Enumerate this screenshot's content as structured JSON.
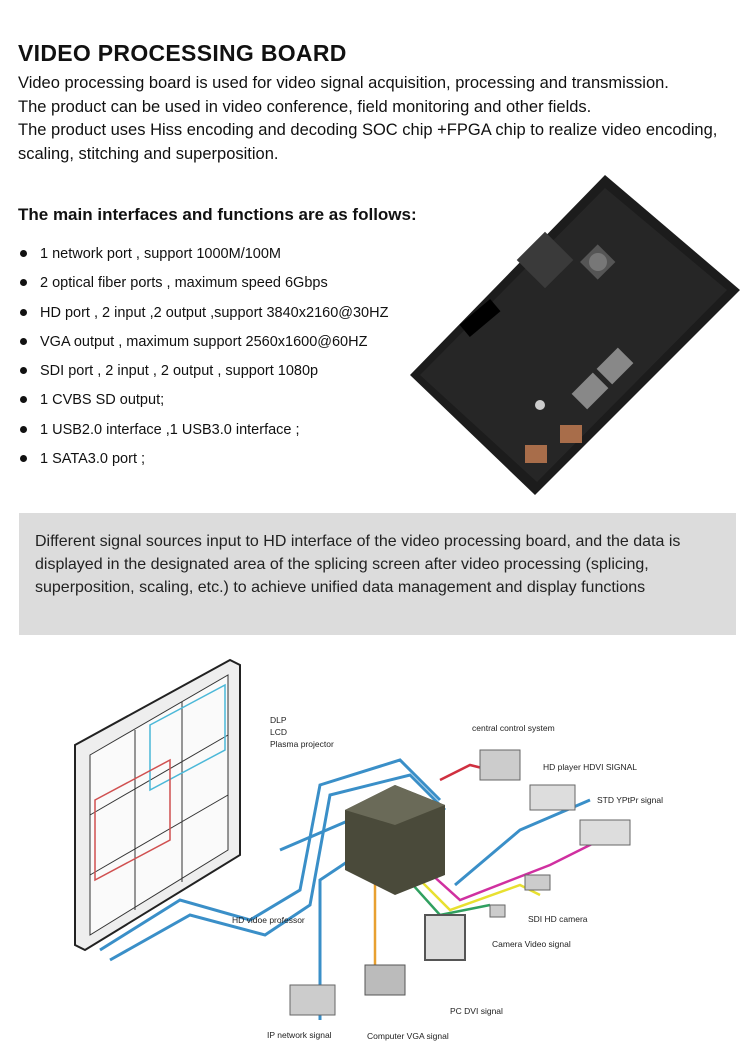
{
  "title": "VIDEO PROCESSING BOARD",
  "intro": [
    "Video processing board is used for video signal acquisition, processing and transmission.",
    "The product can be used in video conference, field monitoring and other fields.",
    "The product uses Hiss encoding and decoding SOC chip +FPGA chip to realize video encoding, scaling, stitching and superposition."
  ],
  "interfaces_heading": "The main interfaces and functions are as follows:",
  "interfaces": [
    "1 network port , support 1000M/100M",
    "2 optical fiber ports , maximum speed 6Gbps",
    "HD port , 2 input ,2 output ,support 3840x2160@30HZ",
    "VGA output , maximum support 2560x1600@60HZ",
    "SDI port , 2 input , 2 output , support 1080p",
    "1 CVBS SD output;",
    "1 USB2.0 interface ,1 USB3.0 interface ;",
    "1 SATA3.0 port ;"
  ],
  "note": "Different signal sources input to HD interface of the video processing board, and the data is displayed in the designated area of the splicing screen after video processing (splicing, superposition, scaling, etc.) to achieve unified data management and display functions",
  "diagram": {
    "display_types": [
      "DLP",
      "LCD",
      "Plasma projector"
    ],
    "central": "central control system",
    "hd_player": "HD player HDVI SIGNAL",
    "std": "STD YPtPr signal",
    "sdi": "SDI HD camera",
    "camera": "Camera Video signal",
    "processor": "HD vidoe professor",
    "pc": "PC DVI signal",
    "ip": "IP network signal",
    "vga": "Computer VGA signal"
  }
}
